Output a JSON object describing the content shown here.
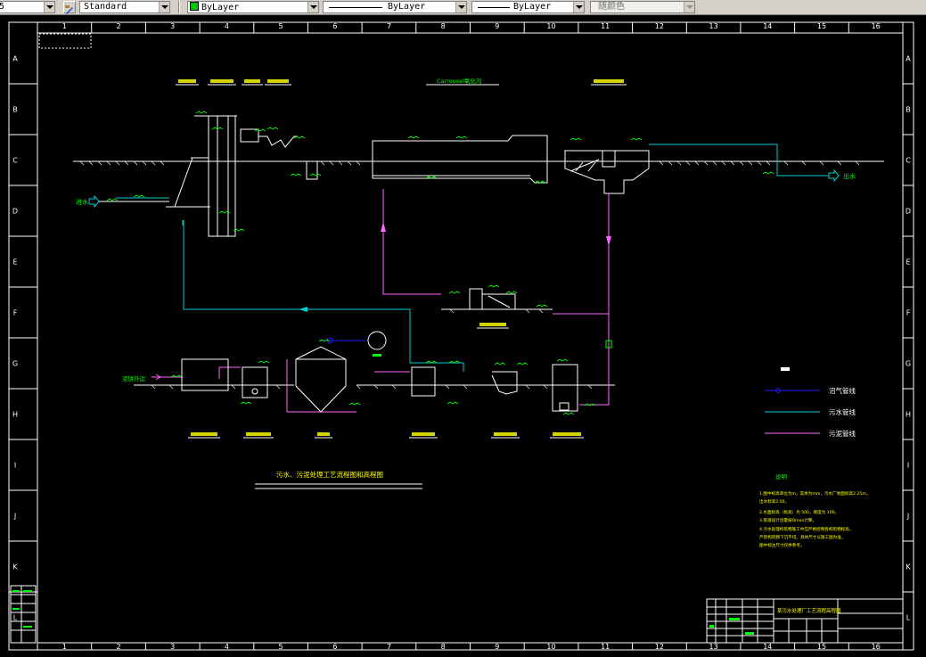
{
  "toolbar": {
    "left_fragment": "5",
    "text_style": "Standard",
    "layer": "ByLayer",
    "linetype": "ByLayer",
    "lineweight": "ByLayer",
    "plot_style": "随颜色"
  },
  "border": {
    "columns": [
      "1",
      "2",
      "3",
      "4",
      "5",
      "6",
      "7",
      "8",
      "9",
      "10",
      "11",
      "12",
      "13",
      "14",
      "15",
      "16"
    ],
    "rows": [
      "A",
      "B",
      "C",
      "D",
      "E",
      "F",
      "G",
      "H",
      "I",
      "J",
      "K",
      "L"
    ]
  },
  "drawing": {
    "title": "污水、污泥处理工艺流程图和高程图",
    "carrousel_label": "Carrousel氧化沟",
    "outlet_label": "出水",
    "inlet_label": "进水",
    "sludge_out_label": "泥饼外运",
    "legend": [
      {
        "label": "沼气管线",
        "color": "#1a1aff"
      },
      {
        "label": "污水管线",
        "color": "#00cccc"
      },
      {
        "label": "污泥管线",
        "color": "#ff66ff"
      }
    ],
    "notes_heading": "说明",
    "notes": [
      "1.图中标高单位为m，其余为mm，污水厂地面标高2.25m，",
      "  出水标高2.00。",
      "2.水面标高（标高）为 500，坡度为 100。",
      "3.管道设计流量按Qmax计算。",
      "4.污水处理构筑物施工中应严格控制各构筑物标高，",
      "  严禁构筑物下沉不均。具体尺寸以施工图为准，",
      "  图中标注尺寸仅供参考。"
    ],
    "title_block_name": "某污水处理厂工艺流程高程图"
  },
  "colors": {
    "line": "#ffffff",
    "water_pipe": "#00cccc",
    "sludge_pipe": "#ff66ff",
    "gas_pipe": "#1a1aff",
    "annotation": "#00ff00",
    "title_text": "#ffff00"
  }
}
